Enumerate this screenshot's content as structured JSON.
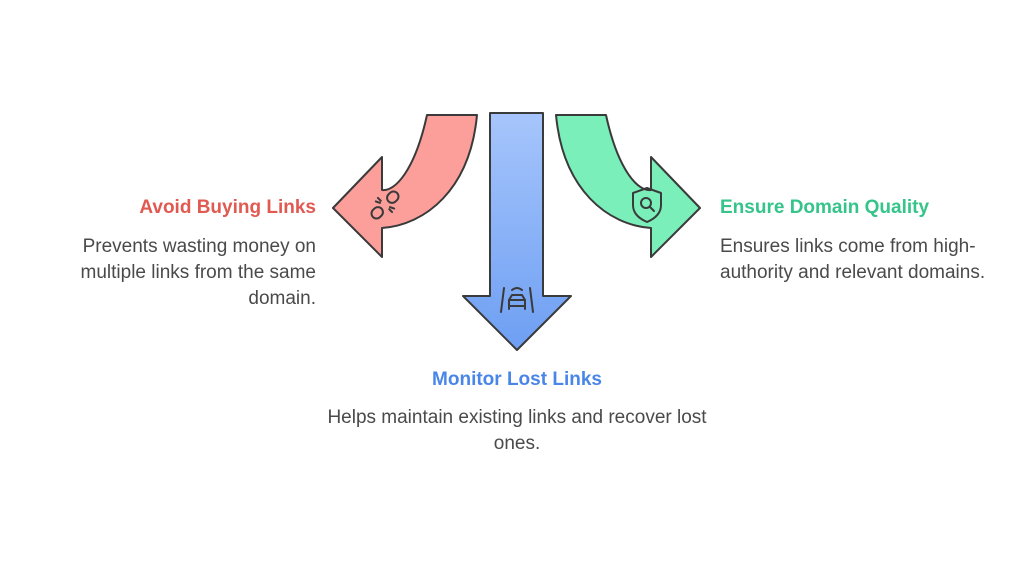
{
  "items": [
    {
      "title": "Avoid Buying Links",
      "description": "Prevents wasting money on multiple links from the same domain.",
      "color": "#e05a52",
      "fill": "#fc9f9b",
      "icon": "broken-chain-icon"
    },
    {
      "title": "Monitor Lost Links",
      "description": "Helps maintain existing links and recover lost ones.",
      "color": "#4a86e8",
      "fill": "#80acf6",
      "icon": "road-car-icon"
    },
    {
      "title": "Ensure Domain Quality",
      "description": "Ensures links come from high-authority and relevant domains.",
      "color": "#35c489",
      "fill": "#7aefba",
      "icon": "shield-search-icon"
    }
  ],
  "stroke": "#3a3a3a"
}
